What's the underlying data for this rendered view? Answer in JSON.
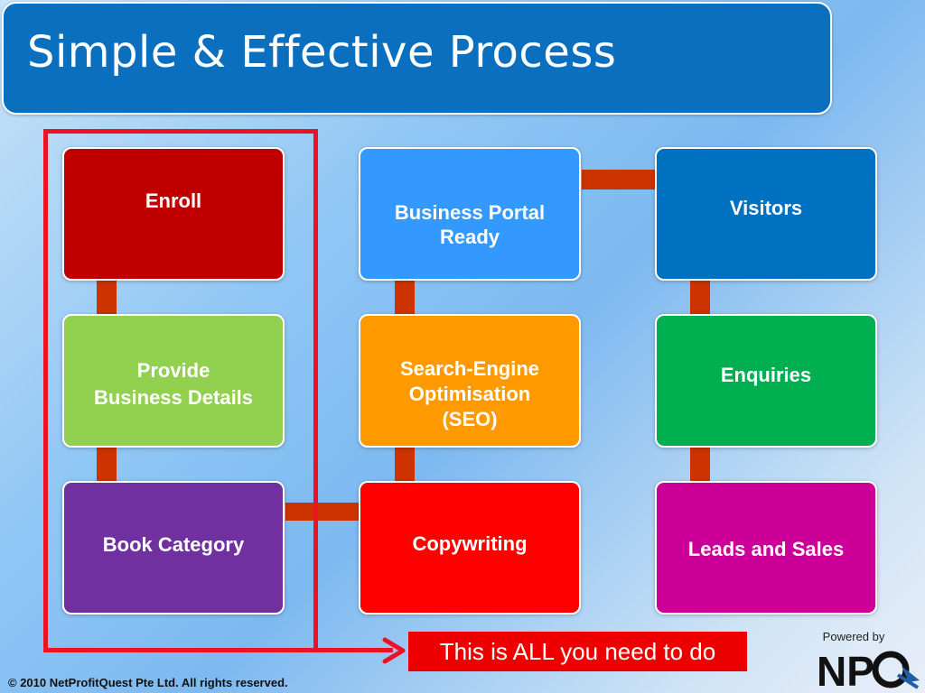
{
  "title": "Simple & Effective Process",
  "boxes": {
    "enroll": {
      "label": "Enroll",
      "color": "#c00000"
    },
    "provide_details": {
      "label": "Provide\nBusiness Details",
      "color": "#92d050"
    },
    "book_category": {
      "label": "Book Category",
      "color": "#7030a0"
    },
    "business_portal": {
      "label": "Business Portal\nReady",
      "color": "#3399ff"
    },
    "seo": {
      "label": "Search-Engine\nOptimisation\n(SEO)",
      "color": "#ff9900"
    },
    "copywriting": {
      "label": "Copywriting",
      "color": "#ff0000"
    },
    "visitors": {
      "label": "Visitors",
      "color": "#0070c0"
    },
    "enquiries": {
      "label": "Enquiries",
      "color": "#00b050"
    },
    "leads_sales": {
      "label": "Leads and Sales",
      "color": "#cc0099"
    }
  },
  "callout": "This  is  ALL you need to do",
  "footer": "© 2010 NetProfitQuest Pte Ltd. All rights reserved.",
  "logo": {
    "caption": "Powered by",
    "wordmark": "NPQ"
  },
  "colors": {
    "connector": "#cc3300",
    "highlight": "#ee1122",
    "title_bg": "#0b6fc0"
  }
}
